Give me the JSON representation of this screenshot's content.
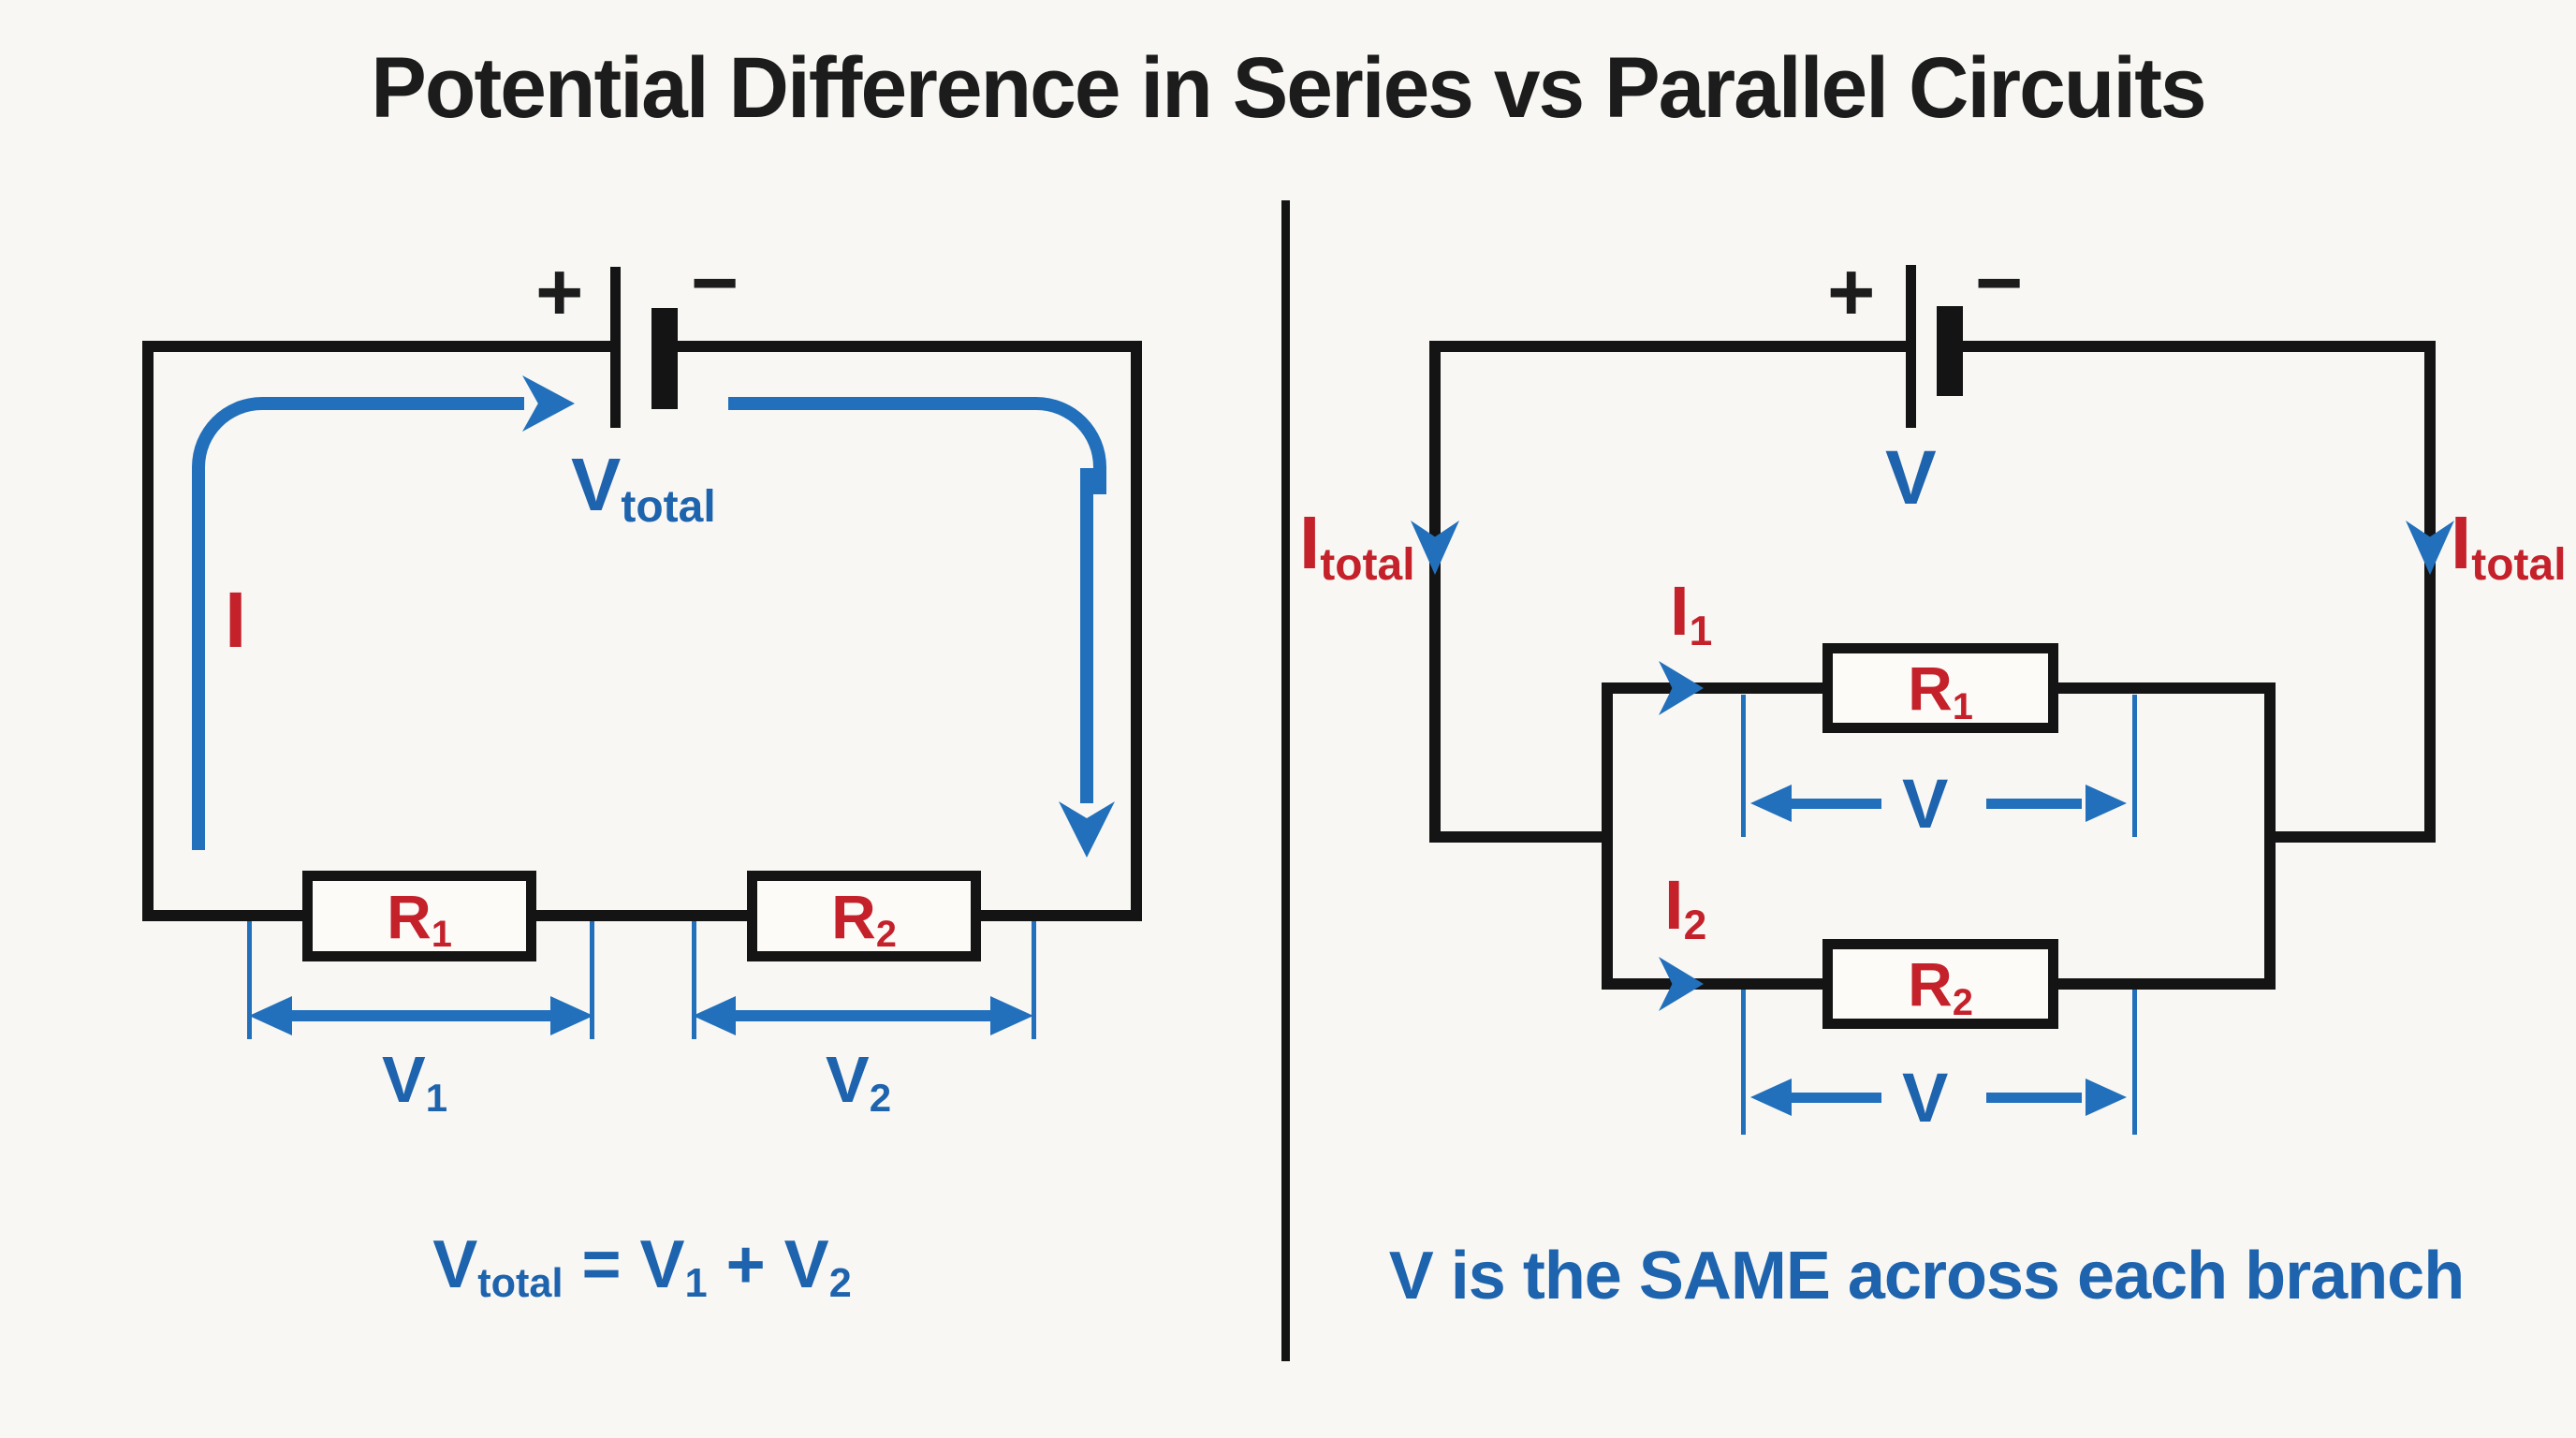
{
  "colors": {
    "background": "#f8f7f4",
    "wire_black": "#141414",
    "label_blue": "#1e63ad",
    "arrow_blue": "#2270bb",
    "label_red": "#c4212b"
  },
  "title": "Potential Difference in Series vs Parallel Circuits",
  "series": {
    "battery_plus": "+",
    "battery_minus": "−",
    "source_label_base": "V",
    "source_label_sub": "total",
    "current_label": "I",
    "r1_base": "R",
    "r1_sub": "1",
    "r2_base": "R",
    "r2_sub": "2",
    "v1_base": "V",
    "v1_sub": "1",
    "v2_base": "V",
    "v2_sub": "2",
    "formula": {
      "lhs_base": "V",
      "lhs_sub": "total",
      "equals": "=",
      "term1_base": "V",
      "term1_sub": "1",
      "plus": "+",
      "term2_base": "V",
      "term2_sub": "2"
    }
  },
  "parallel": {
    "battery_plus": "+",
    "battery_minus": "−",
    "source_label": "V",
    "itotal_left_base": "I",
    "itotal_left_sub": "total",
    "itotal_right_base": "I",
    "itotal_right_sub": "total",
    "i1_base": "I",
    "i1_sub": "1",
    "i2_base": "I",
    "i2_sub": "2",
    "r1_base": "R",
    "r1_sub": "1",
    "r2_base": "R",
    "r2_sub": "2",
    "branch1_v_label": "V",
    "branch2_v_label": "V",
    "caption": "V is the SAME across each branch"
  }
}
